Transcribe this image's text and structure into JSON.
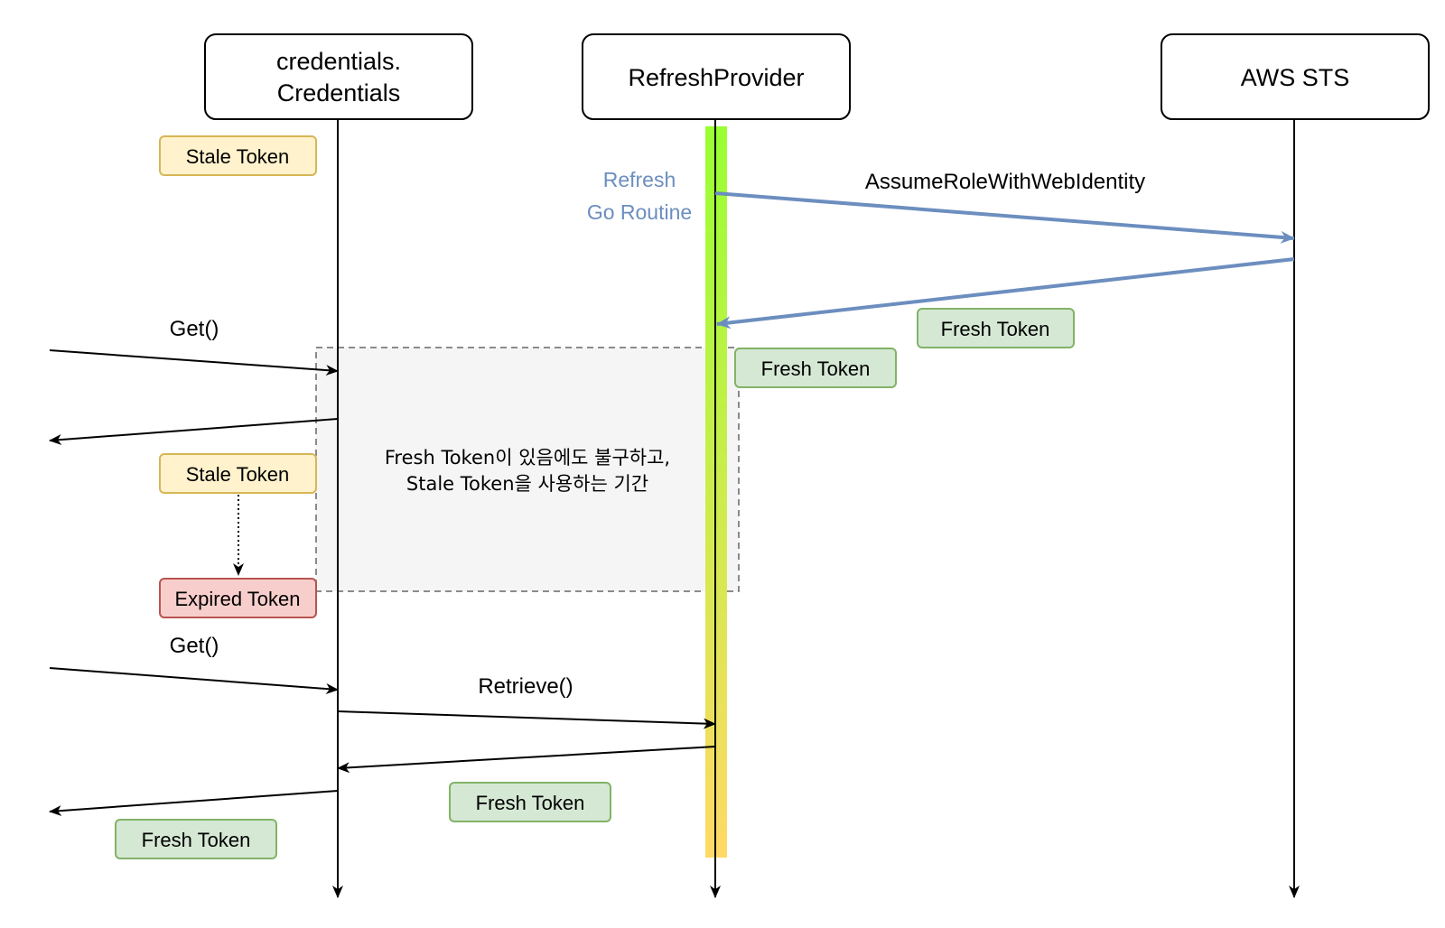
{
  "participants": {
    "credentials_line1": "credentials.",
    "credentials_line2": "Credentials",
    "refresh_provider": "RefreshProvider",
    "aws_sts": "AWS STS"
  },
  "activation": {
    "label_line1": "Refresh",
    "label_line2": "Go Routine"
  },
  "messages": {
    "assume_role": "AssumeRoleWithWebIdentity",
    "get_first": "Get()",
    "get_second": "Get()",
    "retrieve": "Retrieve()"
  },
  "tokens": {
    "stale_top": "Stale Token",
    "stale_middle": "Stale Token",
    "expired": "Expired Token",
    "fresh_from_sts": "Fresh Token",
    "fresh_at_provider": "Fresh Token",
    "fresh_retrieve": "Fresh Token",
    "fresh_returned": "Fresh Token"
  },
  "note": {
    "line1": "Fresh Token이 있음에도 불구하고,",
    "line2": "Stale Token을 사용하는 기간"
  },
  "colors": {
    "stale_fill": "#fff2cc",
    "stale_stroke": "#d6b656",
    "fresh_fill": "#d5e8d4",
    "fresh_stroke": "#82b366",
    "expired_fill": "#f8cecc",
    "expired_stroke": "#b85450",
    "blue_arrow": "#6c8ebf",
    "activation_top": "#99ff33",
    "activation_bottom": "#ffd966"
  }
}
